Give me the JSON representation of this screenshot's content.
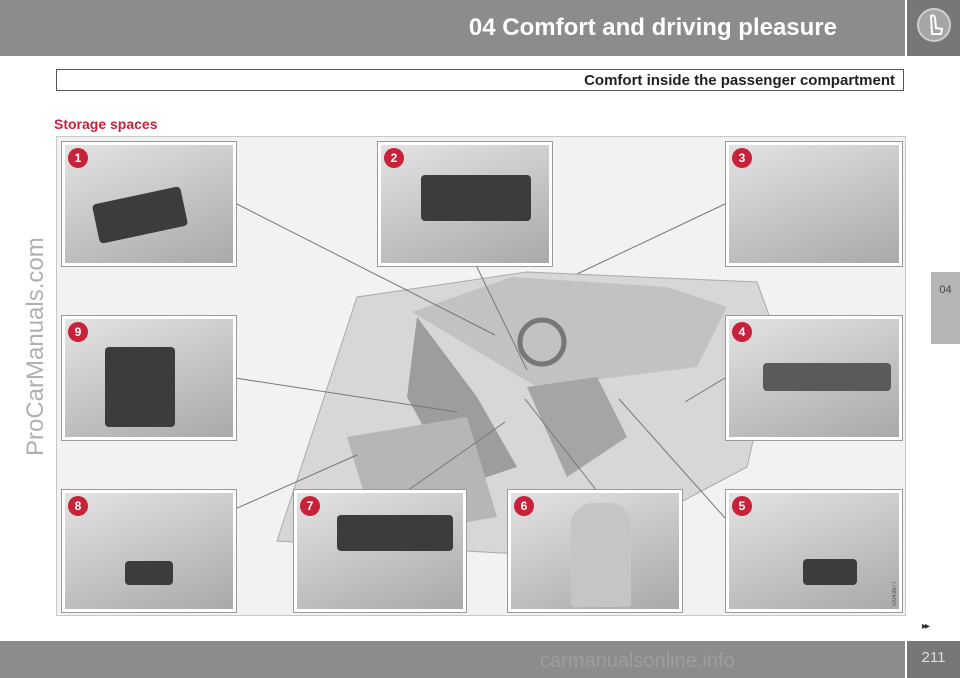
{
  "header": {
    "title": "04 Comfort and driving pleasure",
    "icon": "seat-icon"
  },
  "subtitle": "Comfort inside the passenger compartment",
  "section_heading": "Storage spaces",
  "chapter_tab": "04",
  "side_watermark": "ProCarManuals.com",
  "figure": {
    "callouts": [
      "1",
      "2",
      "3",
      "4",
      "5",
      "6",
      "7",
      "8",
      "9"
    ],
    "reference_code": "G043877"
  },
  "footer": {
    "nav_arrows": "▸▸",
    "page_number": "211",
    "watermark": "carmanualsonline.info"
  }
}
